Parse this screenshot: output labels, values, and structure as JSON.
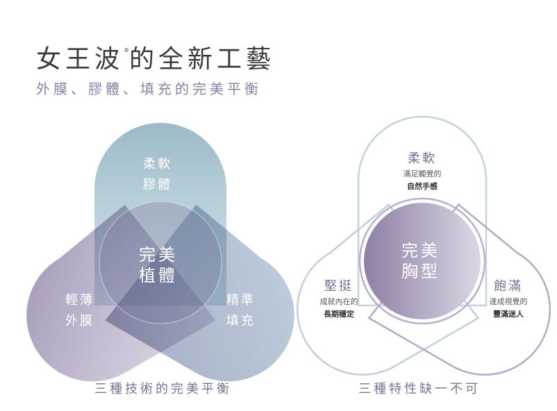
{
  "header": {
    "title": "女王波",
    "title_mark": "®",
    "title_rest": "的全新工藝",
    "subtitle": "外膜、膠體、填充的完美平衡"
  },
  "left_diagram": {
    "top_line1": "柔軟",
    "top_line2": "膠體",
    "left_line1": "輕薄",
    "left_line2": "外膜",
    "right_line1": "精準",
    "right_line2": "填充",
    "center_line1": "完美",
    "center_line2": "植體",
    "caption": "三種技術的完美平衡"
  },
  "right_diagram": {
    "top_title": "柔軟",
    "top_desc1": "滿足觸覺的",
    "top_desc2": "自然手感",
    "left_title": "堅挺",
    "left_desc1": "成就內在的",
    "left_desc2": "長期穩定",
    "right_title": "飽滿",
    "right_desc1": "達成視覺的",
    "right_desc2": "豐滿迷人",
    "center_line1": "完美",
    "center_line2": "胸型",
    "caption": "三種特性缺一不可"
  },
  "colors": {
    "teal": "#7fa4b6",
    "purple": "#8d7ea4",
    "blue": "#a9c2d2",
    "text_dark": "#3a3a3a",
    "text_accent": "#8c7fa6"
  }
}
